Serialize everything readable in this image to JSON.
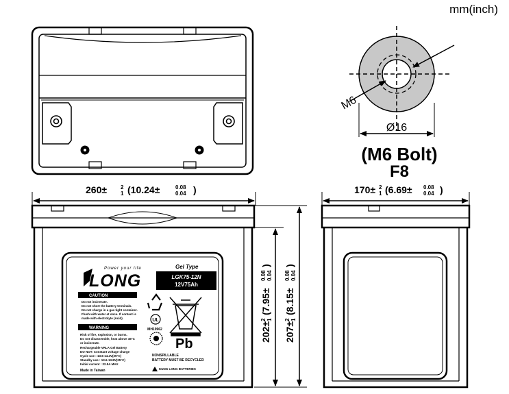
{
  "units_label": "mm(inch)",
  "terminal": {
    "bolt_label": "M6",
    "diameter_label": "Ø16",
    "title": "(M6 Bolt)",
    "code": "F8"
  },
  "dimensions": {
    "length": {
      "main": "260±",
      "tol_plus": "2",
      "tol_minus": "1",
      "inch": "(10.24±",
      "inch_plus": "0.08",
      "inch_minus": "0.04",
      "close": ")"
    },
    "width": {
      "main": "170±",
      "tol_plus": "2",
      "tol_minus": "1",
      "inch": "(6.69±",
      "inch_plus": "0.08",
      "inch_minus": "0.04",
      "close": ")"
    },
    "height_case": {
      "main": "202±",
      "tol_plus": "2",
      "tol_minus": "1",
      "inch": "(7.95±",
      "inch_plus": "0.08",
      "inch_minus": "0.04",
      "close": ")"
    },
    "height_total": {
      "main": "207±",
      "tol_plus": "2",
      "tol_minus": "1",
      "inch": "(8.15±",
      "inch_plus": "0.08",
      "inch_minus": "0.04",
      "close": ")"
    }
  },
  "label": {
    "brand": "LONG",
    "slogan": "Power your life",
    "type": "Gel Type",
    "model": "LGK75-12N",
    "rating": "12V75Ah",
    "caution_title": "CAUTION",
    "caution_lines": [
      "Do not incinerate.",
      "Do not short the battery terminals.",
      "Do not charge in a gas tight container.",
      "Flush with water at once. If contact is",
      "made with electrolyte (Acid)."
    ],
    "warning_title": "WARNING",
    "warning_lines": [
      "Risk of fire, explosion, or burns.",
      "Do not disassemble, heat above 45°C",
      "or incinerate.",
      "Rechargeable VRLA Gel Battery",
      "DO NOT: Constant voltage charge",
      "Cycle use : 13.6-14.4V(25°C)",
      "Standby use : 13.6-13.8V(25°C)",
      "Initial current : 22.5A MAX"
    ],
    "made_in": "Made in Taiwan",
    "ul_code": "MH19962",
    "pb": "Pb",
    "nonspill_1": "NONSPILLABLE",
    "nonspill_2": "BATTERY MUST BE RECYCLED",
    "maker": "KUNG LONG BATTERIES"
  }
}
